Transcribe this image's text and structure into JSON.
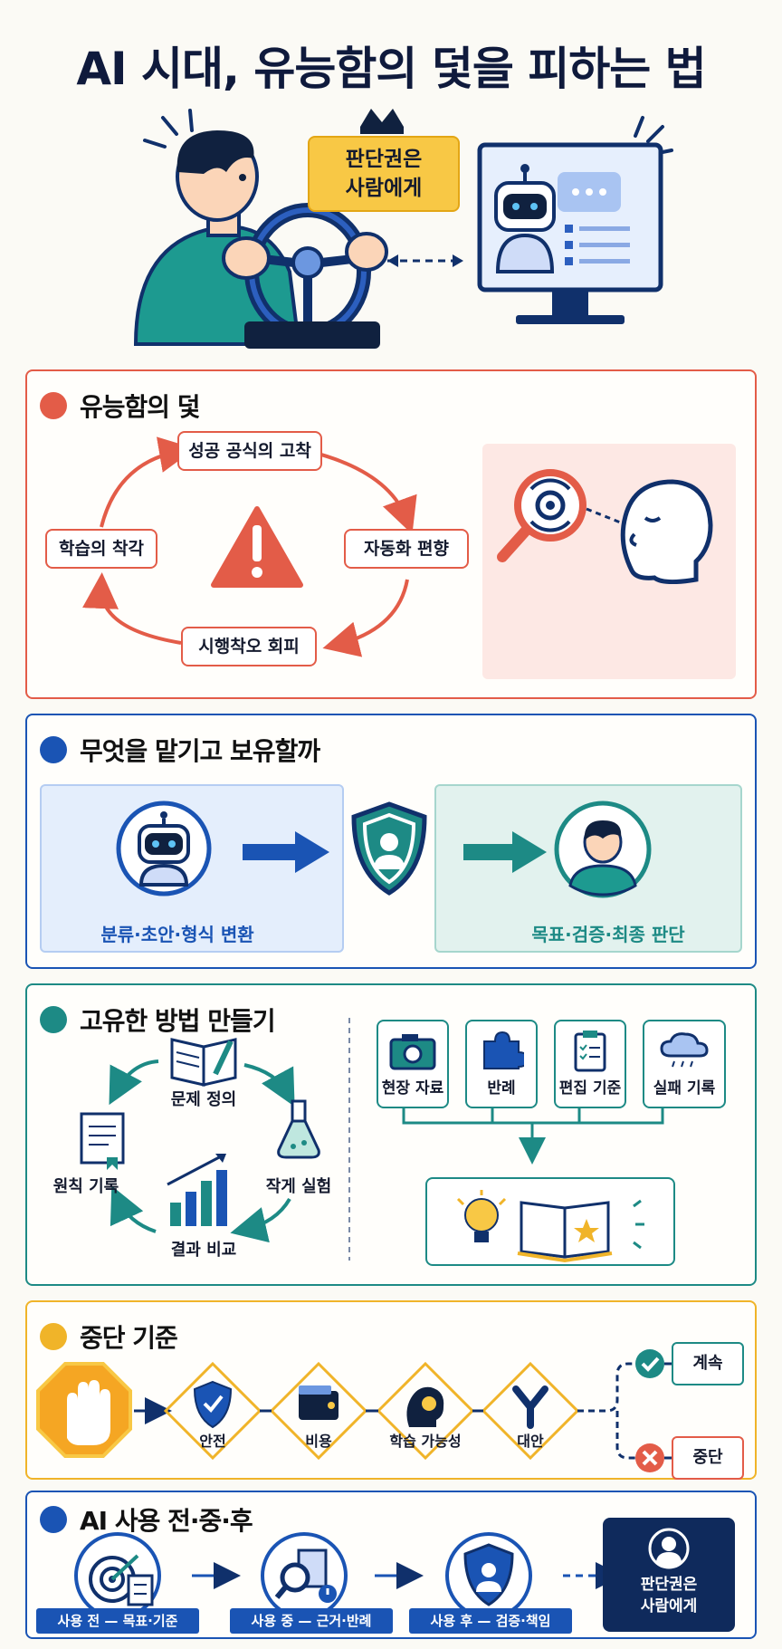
{
  "title": "AI 시대, 유능함의 덫을 피하는 법",
  "hero": {
    "badge_line1": "판단권은",
    "badge_line2": "사람에게"
  },
  "section1": {
    "title": "유능함의 덫",
    "cycle": [
      "성공 공식의 고착",
      "자동화 편향",
      "시행착오 회피",
      "학습의 착각"
    ]
  },
  "section2": {
    "title": "무엇을 맡기고 보유할까",
    "left_label": "분류·초안·형식 변환",
    "right_label": "목표·검증·최종 판단"
  },
  "section3": {
    "title": "고유한 방법 만들기",
    "cycle": [
      "문제 정의",
      "작게 실험",
      "결과 비교",
      "원칙 기록"
    ],
    "sources": [
      "현장 자료",
      "반례",
      "편집 기준",
      "실패 기록"
    ]
  },
  "section4": {
    "title": "중단 기준",
    "criteria": [
      "안전",
      "비용",
      "학습 가능성",
      "대안"
    ],
    "continue_label": "계속",
    "stop_label": "중단"
  },
  "section5": {
    "title": "AI 사용 전·중·후",
    "stages": [
      "사용 전 — 목표·기준",
      "사용 중 — 근거·반례",
      "사용 후 — 검증·책임"
    ],
    "final_line1": "판단권은",
    "final_line2": "사람에게"
  },
  "colors": {
    "navy": "#10306b",
    "red": "#e35c48",
    "blue": "#1a54b4",
    "teal": "#1d8a85",
    "yellow": "#f0b429"
  }
}
